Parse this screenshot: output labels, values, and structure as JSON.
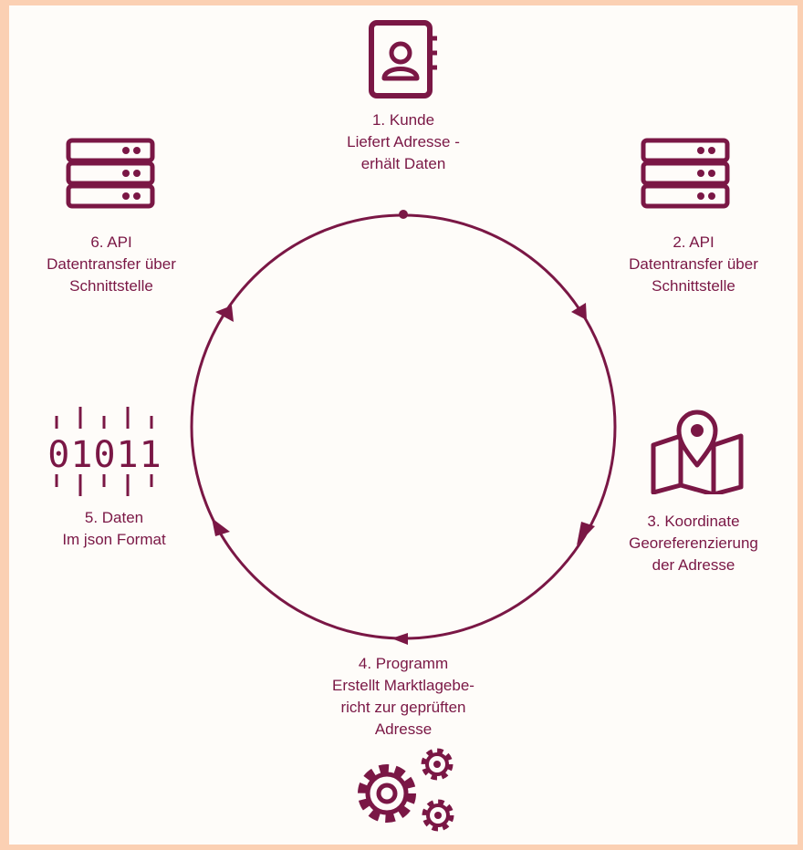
{
  "colors": {
    "accent": "#7a1745",
    "frame": "#fbd0b3",
    "background": "#fefcf9"
  },
  "steps": [
    {
      "icon": "contact-book-icon",
      "title": "1. Kunde",
      "description": [
        "Liefert Adresse -",
        "erhält Daten"
      ]
    },
    {
      "icon": "server-icon",
      "title": "2. API",
      "description": [
        "Datentransfer über",
        "Schnittstelle"
      ]
    },
    {
      "icon": "map-pin-icon",
      "title": "3. Koordinate",
      "description": [
        "Georeferenzierung",
        "der Adresse"
      ]
    },
    {
      "icon": "gears-icon",
      "title": "4. Programm",
      "description": [
        "Erstellt Marktlagebe-",
        "richt zur geprüften",
        "Adresse"
      ]
    },
    {
      "icon": "binary-data-icon",
      "title": "5. Daten",
      "description": [
        "Im json Format"
      ],
      "binary_text": "01011"
    },
    {
      "icon": "server-icon",
      "title": "6. API",
      "description": [
        "Datentransfer über",
        "Schnittstelle"
      ]
    }
  ]
}
